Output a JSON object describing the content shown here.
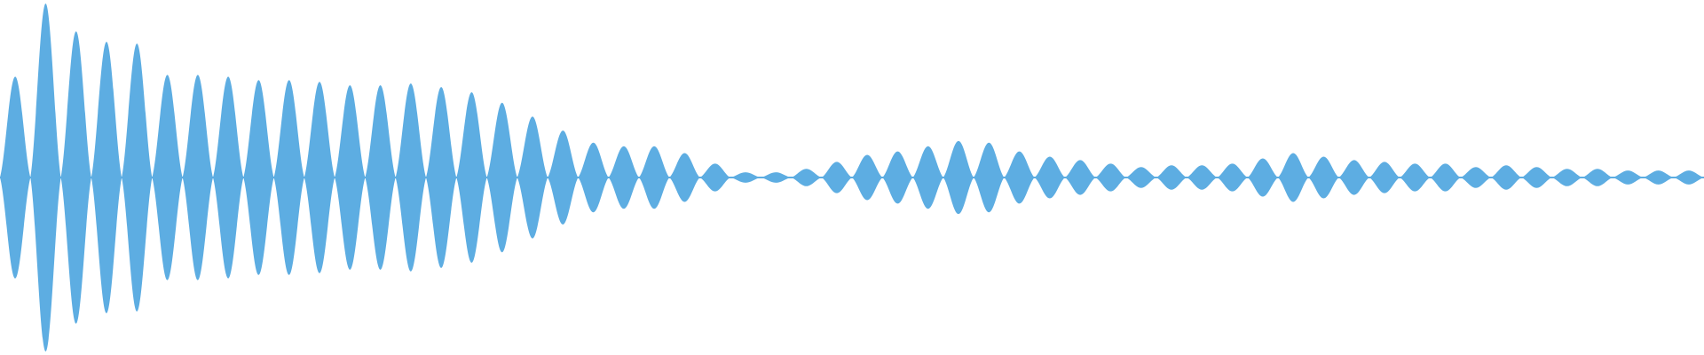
{
  "colors": {
    "waveform": "#5dade2",
    "background": "#ffffff"
  },
  "chart_data": {
    "type": "area",
    "title": "",
    "xlabel": "",
    "ylabel": "",
    "grid": false,
    "legend": "none",
    "ylim": [
      -1,
      1
    ],
    "xlim": [
      0,
      1
    ],
    "peak_amplitudes": [
      0.58,
      1.0,
      0.84,
      0.78,
      0.77,
      0.59,
      0.59,
      0.58,
      0.56,
      0.56,
      0.55,
      0.53,
      0.53,
      0.54,
      0.52,
      0.49,
      0.43,
      0.35,
      0.27,
      0.2,
      0.18,
      0.18,
      0.14,
      0.08,
      0.03,
      0.03,
      0.05,
      0.09,
      0.13,
      0.15,
      0.18,
      0.21,
      0.2,
      0.15,
      0.12,
      0.1,
      0.08,
      0.06,
      0.07,
      0.07,
      0.08,
      0.11,
      0.14,
      0.12,
      0.1,
      0.09,
      0.08,
      0.08,
      0.06,
      0.07,
      0.06,
      0.05,
      0.05,
      0.04,
      0.04,
      0.04
    ]
  }
}
